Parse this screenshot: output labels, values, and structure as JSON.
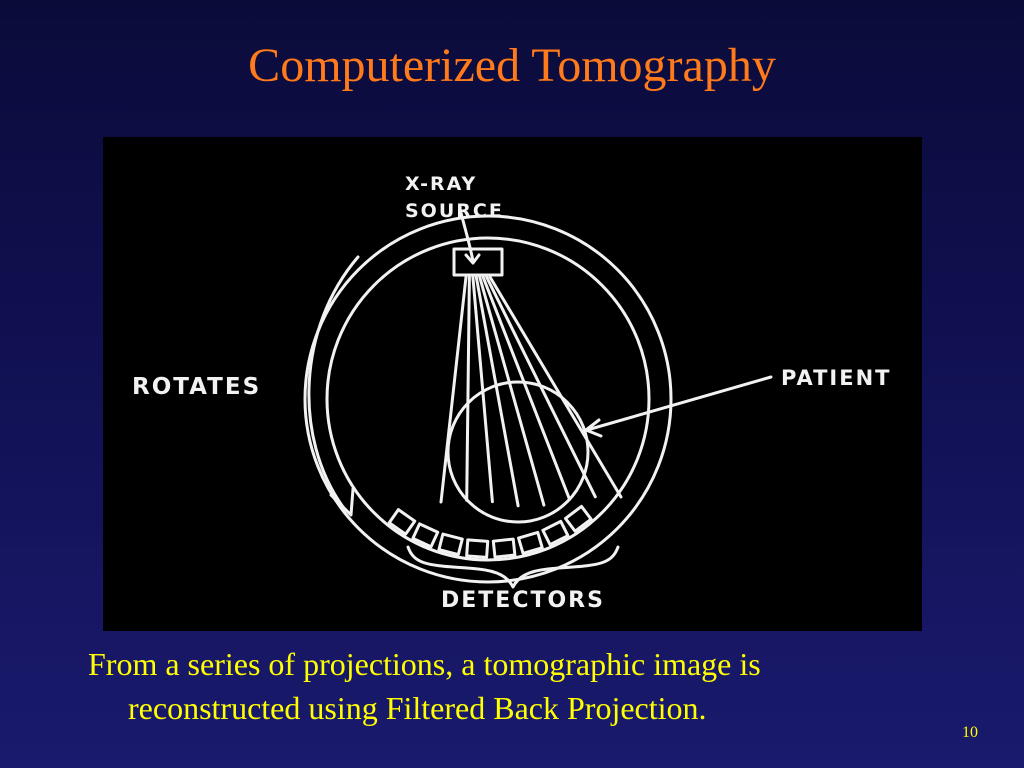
{
  "slide": {
    "title": "Computerized Tomography",
    "caption_line1": "From a series of projections, a tomographic image is",
    "caption_line2": "reconstructed using Filtered Back Projection.",
    "slide_number": "10"
  },
  "diagram": {
    "labels": {
      "xray_line1": "X-RAY",
      "xray_line2": "SOURCE",
      "rotates": "ROTATES",
      "patient": "PATIENT",
      "detectors": "DETECTORS"
    },
    "detector_count": 8,
    "ray_count": 8
  },
  "colors": {
    "title": "#ff7a1a",
    "caption": "#ffff00",
    "chalk": "#f2f2f2",
    "panel": "#000000"
  }
}
